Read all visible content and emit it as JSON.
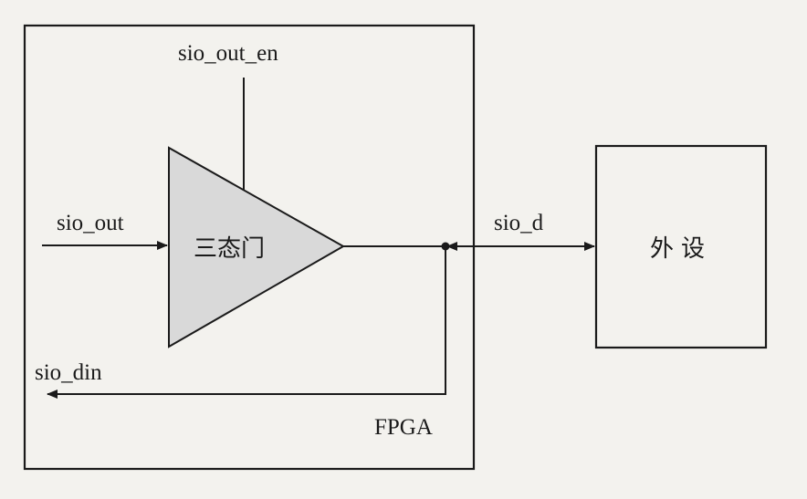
{
  "fpga": {
    "label": "FPGA"
  },
  "buffer": {
    "label": "三态门",
    "fill_color": "#d9d9d9"
  },
  "peripheral": {
    "label": "外设"
  },
  "signals": {
    "enable": "sio_out_en",
    "output": "sio_out",
    "input": "sio_din",
    "bidirectional": "sio_d"
  },
  "colors": {
    "line": "#1a1a1a",
    "background": "#f3f2ee"
  }
}
